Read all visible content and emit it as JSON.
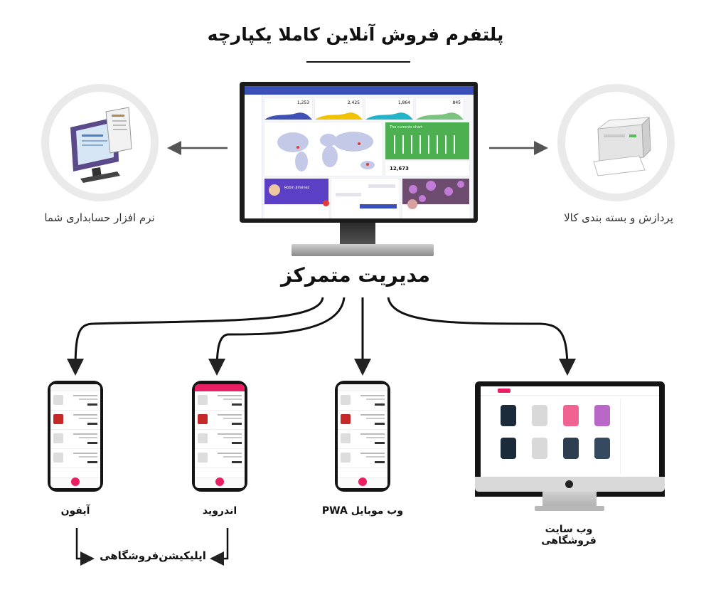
{
  "title": "پلتفرم فروش آنلاین کاملا یکپارچه",
  "center": {
    "label": "مدیریت متمرکز"
  },
  "left_node": {
    "label": "نرم افزار حسابداری شما",
    "icon": "accounting-computer-icon"
  },
  "right_node": {
    "label": "پردازش و بسته بندی کالا",
    "icon": "printer-icon"
  },
  "dashboard": {
    "stats": [
      "1,253",
      "2,425",
      "1,864",
      "845"
    ],
    "green_card_title": "The currents chart",
    "green_card_value": "12,673",
    "profile_name": "Robin Jimenez"
  },
  "devices": [
    {
      "label": "وب سایت فروشگاهی",
      "icon": "imac-icon"
    },
    {
      "label": "وب موبایل PWA",
      "icon": "phone-pwa-icon"
    },
    {
      "label": "اندروید",
      "icon": "phone-android-icon"
    },
    {
      "label": "آیفون",
      "icon": "phone-iphone-icon"
    }
  ],
  "apps_label": "اپلیکیشن‌فروشگاهی",
  "colors": {
    "accent_pink": "#e91e63",
    "dashboard_blue": "#3b4fb8",
    "green_card": "#4caf50"
  }
}
